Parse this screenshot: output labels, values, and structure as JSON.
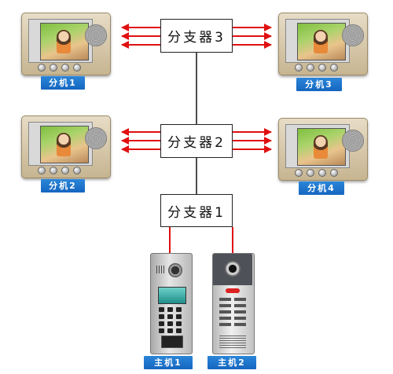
{
  "splitters": {
    "s3": "分支器3",
    "s2": "分支器2",
    "s1": "分支器1"
  },
  "units": {
    "ext1": "分机1",
    "ext2": "分机2",
    "ext3": "分机3",
    "ext4": "分机4",
    "main1": "主机1",
    "main2": "主机2"
  },
  "colors": {
    "wire": "#e01010",
    "connector": "#111111",
    "label_bg": "#1a6fd0"
  }
}
